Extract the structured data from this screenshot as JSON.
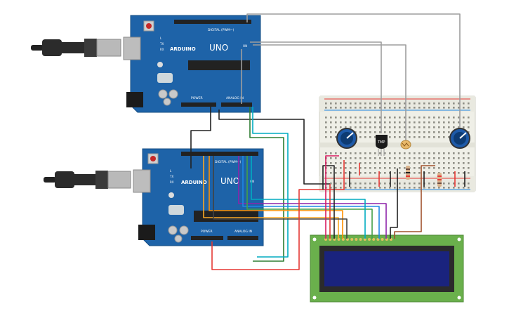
{
  "colors": {
    "board": "#1e63a8",
    "board_dark": "#174f87",
    "lcd_board": "#6ab04c",
    "lcd_screen": "#1a237e",
    "breadboard": "#f1f1ea",
    "rail_red": "#e53935",
    "rail_blue": "#1e88e5"
  },
  "board_top": {
    "brand": "ARDUINO",
    "model": "UNO",
    "digital_label": "DIGITAL (PWM~)",
    "analog_label": "ANALOG IN",
    "power_label": "POWER",
    "tx_label": "TX",
    "rx_label": "RX",
    "l_label": "L",
    "on_label": "ON"
  },
  "board_bottom": {
    "brand": "ARDUINO",
    "model": "UNO",
    "digital_label": "DIGITAL (PWM~)",
    "analog_label": "ANALOG IN",
    "power_label": "POWER",
    "tx_label": "TX",
    "rx_label": "RX",
    "l_label": "L",
    "on_label": "ON"
  },
  "sensor": {
    "temp_label": "TMP"
  },
  "icons": [
    "usb-cable-icon",
    "potentiometer-icon",
    "temperature-sensor-icon",
    "photoresistor-icon",
    "resistor-icon",
    "lcd-icon"
  ]
}
